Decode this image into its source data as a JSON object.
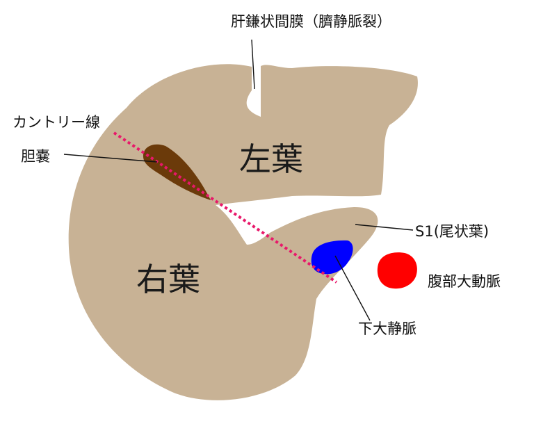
{
  "labels": {
    "falciform": "肝鎌状間膜（臍静脈裂）",
    "cantlie": "カントリー線",
    "gallbladder": "胆嚢",
    "left_lobe": "左葉",
    "right_lobe": "右葉",
    "caudate": "S1(尾状葉)",
    "aorta": "腹部大動脈",
    "ivc": "下大静脈"
  },
  "colors": {
    "liver": "#c8b295",
    "gallbladder": "#6b3a0a",
    "ivc": "#0000ff",
    "aorta": "#ff0000",
    "cantlie_line": "#e8186a"
  }
}
